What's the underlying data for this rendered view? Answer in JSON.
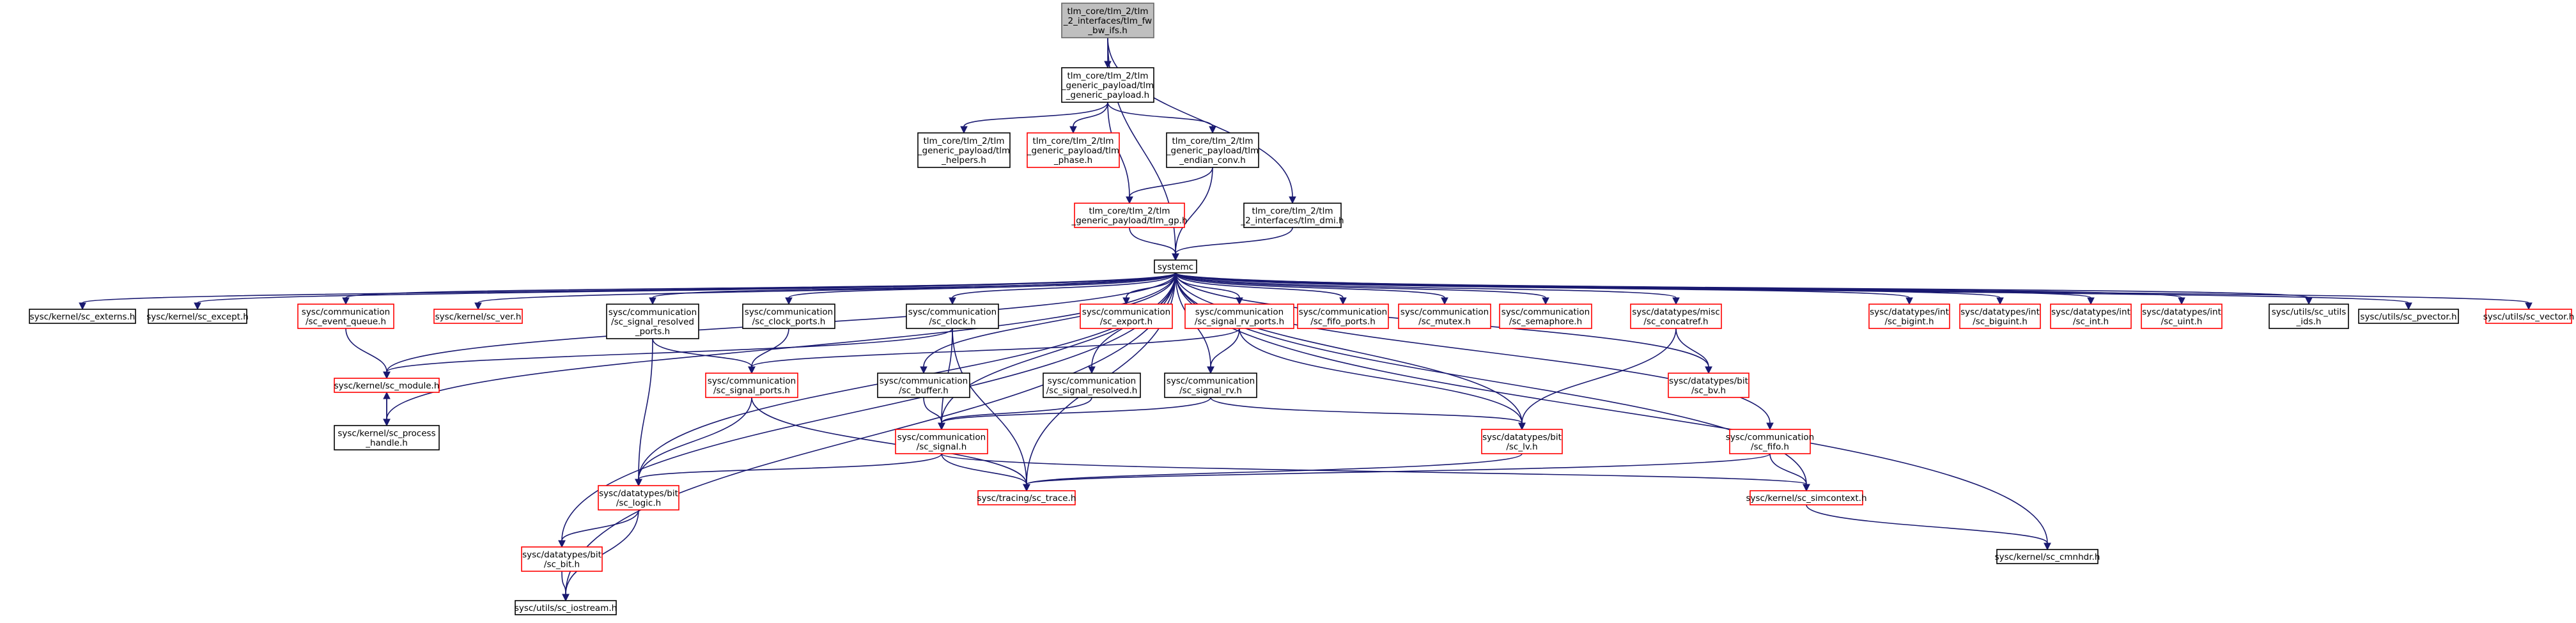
{
  "colors": {
    "edge": "#191970",
    "normal_border": "#000000",
    "incomplete_border": "#ff0000",
    "focus_fill": "#bfbfbf",
    "node_fill": "#ffffff",
    "text": "#000000"
  },
  "nodes": [
    {
      "id": "root",
      "lines": [
        "tlm_core/tlm_2/tlm",
        "_2_interfaces/tlm_fw",
        "_bw_ifs.h"
      ],
      "style": "focus"
    },
    {
      "id": "gp",
      "lines": [
        "tlm_core/tlm_2/tlm",
        "_generic_payload/tlm",
        "_generic_payload.h"
      ],
      "style": "normal"
    },
    {
      "id": "helpers",
      "lines": [
        "tlm_core/tlm_2/tlm",
        "_generic_payload/tlm",
        "_helpers.h"
      ],
      "style": "normal"
    },
    {
      "id": "phase",
      "lines": [
        "tlm_core/tlm_2/tlm",
        "_generic_payload/tlm",
        "_phase.h"
      ],
      "style": "incomplete"
    },
    {
      "id": "endian",
      "lines": [
        "tlm_core/tlm_2/tlm",
        "_generic_payload/tlm",
        "_endian_conv.h"
      ],
      "style": "normal"
    },
    {
      "id": "tlmgp",
      "lines": [
        "tlm_core/tlm_2/tlm",
        "_generic_payload/tlm_gp.h"
      ],
      "style": "incomplete"
    },
    {
      "id": "dmi",
      "lines": [
        "tlm_core/tlm_2/tlm",
        "_2_interfaces/tlm_dmi.h"
      ],
      "style": "normal"
    },
    {
      "id": "systemc",
      "lines": [
        "systemc"
      ],
      "style": "normal"
    },
    {
      "id": "externs",
      "lines": [
        "sysc/kernel/sc_externs.h"
      ],
      "style": "normal"
    },
    {
      "id": "except",
      "lines": [
        "sysc/kernel/sc_except.h"
      ],
      "style": "normal"
    },
    {
      "id": "eventq",
      "lines": [
        "sysc/communication",
        "/sc_event_queue.h"
      ],
      "style": "incomplete"
    },
    {
      "id": "ver",
      "lines": [
        "sysc/kernel/sc_ver.h"
      ],
      "style": "incomplete"
    },
    {
      "id": "srports",
      "lines": [
        "sysc/communication",
        "/sc_signal_resolved",
        "_ports.h"
      ],
      "style": "normal"
    },
    {
      "id": "clkports",
      "lines": [
        "sysc/communication",
        "/sc_clock_ports.h"
      ],
      "style": "normal"
    },
    {
      "id": "clock",
      "lines": [
        "sysc/communication",
        "/sc_clock.h"
      ],
      "style": "normal"
    },
    {
      "id": "export",
      "lines": [
        "sysc/communication",
        "/sc_export.h"
      ],
      "style": "incomplete"
    },
    {
      "id": "srvports",
      "lines": [
        "sysc/communication",
        "/sc_signal_rv_ports.h"
      ],
      "style": "incomplete"
    },
    {
      "id": "fifoports",
      "lines": [
        "sysc/communication",
        "/sc_fifo_ports.h"
      ],
      "style": "incomplete"
    },
    {
      "id": "mutex",
      "lines": [
        "sysc/communication",
        "/sc_mutex.h"
      ],
      "style": "incomplete"
    },
    {
      "id": "semaphore",
      "lines": [
        "sysc/communication",
        "/sc_semaphore.h"
      ],
      "style": "incomplete"
    },
    {
      "id": "concatref",
      "lines": [
        "sysc/datatypes/misc",
        "/sc_concatref.h"
      ],
      "style": "incomplete"
    },
    {
      "id": "bigint",
      "lines": [
        "sysc/datatypes/int",
        "/sc_bigint.h"
      ],
      "style": "incomplete"
    },
    {
      "id": "biguint",
      "lines": [
        "sysc/datatypes/int",
        "/sc_biguint.h"
      ],
      "style": "incomplete"
    },
    {
      "id": "int",
      "lines": [
        "sysc/datatypes/int",
        "/sc_int.h"
      ],
      "style": "incomplete"
    },
    {
      "id": "uint",
      "lines": [
        "sysc/datatypes/int",
        "/sc_uint.h"
      ],
      "style": "incomplete"
    },
    {
      "id": "ids",
      "lines": [
        "sysc/utils/sc_utils",
        "_ids.h"
      ],
      "style": "normal"
    },
    {
      "id": "pvector",
      "lines": [
        "sysc/utils/sc_pvector.h"
      ],
      "style": "normal"
    },
    {
      "id": "vector",
      "lines": [
        "sysc/utils/sc_vector.h"
      ],
      "style": "incomplete"
    },
    {
      "id": "module",
      "lines": [
        "sysc/kernel/sc_module.h"
      ],
      "style": "incomplete"
    },
    {
      "id": "sigports",
      "lines": [
        "sysc/communication",
        "/sc_signal_ports.h"
      ],
      "style": "incomplete"
    },
    {
      "id": "buffer",
      "lines": [
        "sysc/communication",
        "/sc_buffer.h"
      ],
      "style": "normal"
    },
    {
      "id": "sresolved",
      "lines": [
        "sysc/communication",
        "/sc_signal_resolved.h"
      ],
      "style": "normal"
    },
    {
      "id": "srv",
      "lines": [
        "sysc/communication",
        "/sc_signal_rv.h"
      ],
      "style": "normal"
    },
    {
      "id": "bv",
      "lines": [
        "sysc/datatypes/bit",
        "/sc_bv.h"
      ],
      "style": "incomplete"
    },
    {
      "id": "process",
      "lines": [
        "sysc/kernel/sc_process",
        "_handle.h"
      ],
      "style": "normal"
    },
    {
      "id": "signal",
      "lines": [
        "sysc/communication",
        "/sc_signal.h"
      ],
      "style": "incomplete"
    },
    {
      "id": "lv",
      "lines": [
        "sysc/datatypes/bit",
        "/sc_lv.h"
      ],
      "style": "incomplete"
    },
    {
      "id": "fifo",
      "lines": [
        "sysc/communication",
        "/sc_fifo.h"
      ],
      "style": "incomplete"
    },
    {
      "id": "logic",
      "lines": [
        "sysc/datatypes/bit",
        "/sc_logic.h"
      ],
      "style": "incomplete"
    },
    {
      "id": "trace",
      "lines": [
        "sysc/tracing/sc_trace.h"
      ],
      "style": "incomplete"
    },
    {
      "id": "simcontext",
      "lines": [
        "sysc/kernel/sc_simcontext.h"
      ],
      "style": "incomplete"
    },
    {
      "id": "bit",
      "lines": [
        "sysc/datatypes/bit",
        "/sc_bit.h"
      ],
      "style": "incomplete"
    },
    {
      "id": "cmnhdr",
      "lines": [
        "sysc/kernel/sc_cmnhdr.h"
      ],
      "style": "normal"
    },
    {
      "id": "iostream",
      "lines": [
        "sysc/utils/sc_iostream.h"
      ],
      "style": "normal"
    }
  ],
  "edges": [
    [
      "root",
      "gp"
    ],
    [
      "root",
      "systemc"
    ],
    [
      "root",
      "dmi"
    ],
    [
      "gp",
      "helpers"
    ],
    [
      "gp",
      "phase"
    ],
    [
      "gp",
      "endian"
    ],
    [
      "gp",
      "tlmgp"
    ],
    [
      "endian",
      "tlmgp"
    ],
    [
      "endian",
      "systemc"
    ],
    [
      "tlmgp",
      "systemc"
    ],
    [
      "dmi",
      "systemc"
    ],
    [
      "systemc",
      "externs"
    ],
    [
      "systemc",
      "except"
    ],
    [
      "systemc",
      "eventq"
    ],
    [
      "systemc",
      "ver"
    ],
    [
      "systemc",
      "srports"
    ],
    [
      "systemc",
      "clkports"
    ],
    [
      "systemc",
      "clock"
    ],
    [
      "systemc",
      "export"
    ],
    [
      "systemc",
      "srvports"
    ],
    [
      "systemc",
      "fifoports"
    ],
    [
      "systemc",
      "mutex"
    ],
    [
      "systemc",
      "semaphore"
    ],
    [
      "systemc",
      "concatref"
    ],
    [
      "systemc",
      "bigint"
    ],
    [
      "systemc",
      "biguint"
    ],
    [
      "systemc",
      "int"
    ],
    [
      "systemc",
      "uint"
    ],
    [
      "systemc",
      "ids"
    ],
    [
      "systemc",
      "pvector"
    ],
    [
      "systemc",
      "vector"
    ],
    [
      "systemc",
      "module"
    ],
    [
      "systemc",
      "process"
    ],
    [
      "systemc",
      "buffer"
    ],
    [
      "systemc",
      "sresolved"
    ],
    [
      "systemc",
      "srv"
    ],
    [
      "systemc",
      "signal"
    ],
    [
      "systemc",
      "lv"
    ],
    [
      "systemc",
      "bv"
    ],
    [
      "systemc",
      "fifo"
    ],
    [
      "systemc",
      "logic"
    ],
    [
      "systemc",
      "trace"
    ],
    [
      "systemc",
      "simcontext"
    ],
    [
      "systemc",
      "bit"
    ],
    [
      "systemc",
      "cmnhdr"
    ],
    [
      "systemc",
      "iostream"
    ],
    [
      "eventq",
      "module"
    ],
    [
      "module",
      "process"
    ],
    [
      "process",
      "module"
    ],
    [
      "srports",
      "sigports"
    ],
    [
      "srports",
      "logic"
    ],
    [
      "clkports",
      "sigports"
    ],
    [
      "clock",
      "module"
    ],
    [
      "clock",
      "signal"
    ],
    [
      "clock",
      "trace"
    ],
    [
      "srvports",
      "sigports"
    ],
    [
      "srvports",
      "srv"
    ],
    [
      "srvports",
      "lv"
    ],
    [
      "concatref",
      "bv"
    ],
    [
      "concatref",
      "lv"
    ],
    [
      "sigports",
      "logic"
    ],
    [
      "sigports",
      "trace"
    ],
    [
      "buffer",
      "signal"
    ],
    [
      "sresolved",
      "signal"
    ],
    [
      "srv",
      "signal"
    ],
    [
      "srv",
      "lv"
    ],
    [
      "signal",
      "logic"
    ],
    [
      "signal",
      "trace"
    ],
    [
      "signal",
      "simcontext"
    ],
    [
      "lv",
      "trace"
    ],
    [
      "fifo",
      "trace"
    ],
    [
      "fifo",
      "simcontext"
    ],
    [
      "logic",
      "bit"
    ],
    [
      "logic",
      "iostream"
    ],
    [
      "bit",
      "iostream"
    ],
    [
      "simcontext",
      "cmnhdr"
    ]
  ]
}
